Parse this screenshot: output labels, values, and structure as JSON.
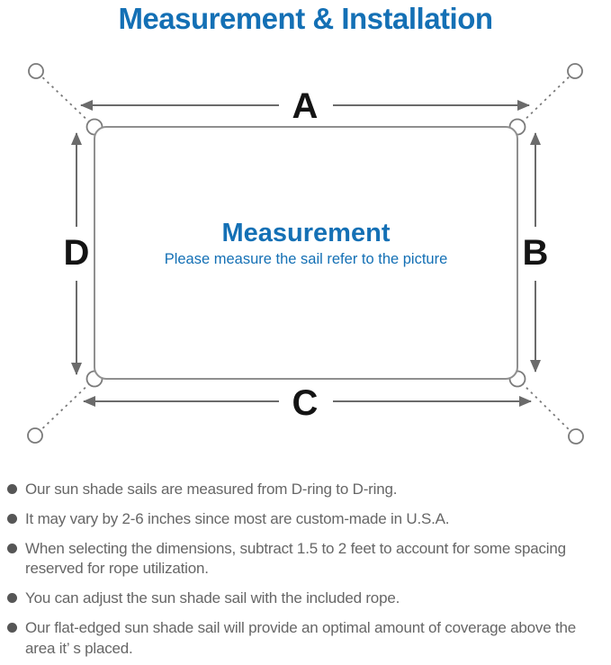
{
  "title": "Measurement & Installation",
  "diagram": {
    "center": {
      "title": "Measurement",
      "subtitle": "Please measure the sail refer to the picture"
    },
    "labels": {
      "top": "A",
      "right": "B",
      "bottom": "C",
      "left": "D"
    },
    "colors": {
      "accent_blue": "#1470b5",
      "sail_outline_gray": "#8f8f8f",
      "arrow_gray": "#6b6b6b",
      "label_black": "#141414",
      "body_text_gray": "#666666"
    }
  },
  "bullets": {
    "items": [
      "Our sun shade sails are measured from D-ring to D-ring.",
      "It may vary by 2-6 inches since most are custom-made in U.S.A.",
      "When selecting the dimensions, subtract 1.5 to 2 feet to account for some spacing reserved for rope utilization.",
      "You can adjust the sun shade sail with the included rope.",
      "Our flat-edged sun shade sail will provide an optimal amount of coverage above the area it’ s placed."
    ]
  }
}
